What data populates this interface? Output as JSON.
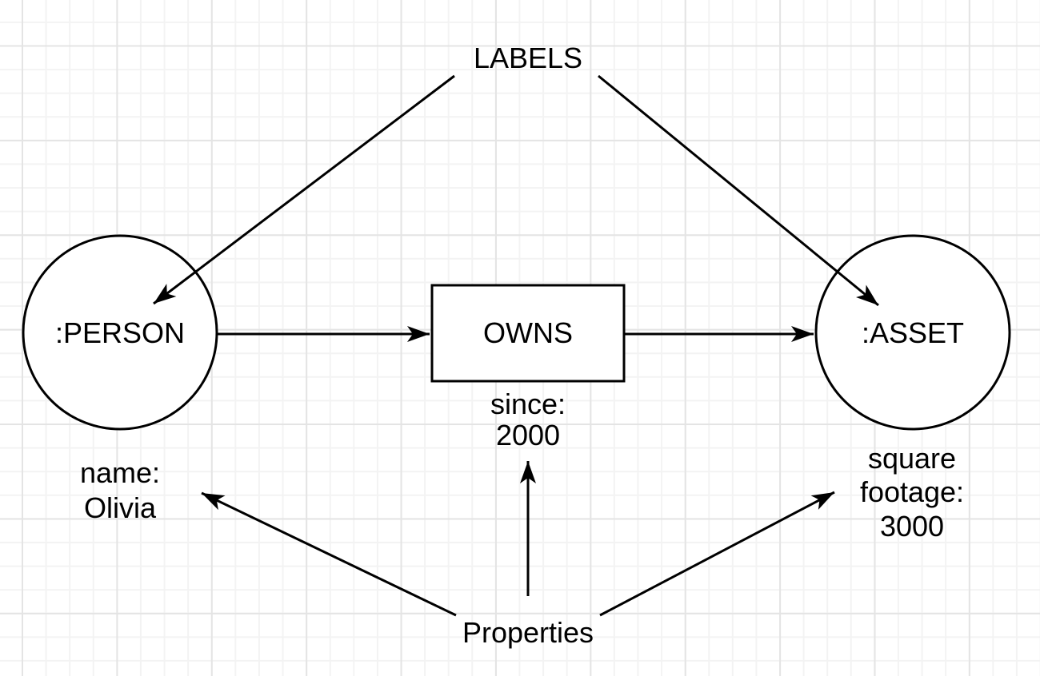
{
  "diagram": {
    "labels_title": "LABELS",
    "properties_title": "Properties",
    "person_label": ":PERSON",
    "owns_label": "OWNS",
    "asset_label": ":ASSET",
    "since_lines": [
      "since:",
      "2000"
    ],
    "name_lines": [
      "name:",
      "Olivia"
    ],
    "sqft_lines": [
      "square",
      "footage:",
      "3000"
    ]
  },
  "colors": {
    "stroke": "#000000",
    "shape_fill": "#ffffff",
    "canvas_bg": "#ffffff",
    "grid_minor": "#f3f3f3",
    "grid_major": "#e4e4e4"
  }
}
